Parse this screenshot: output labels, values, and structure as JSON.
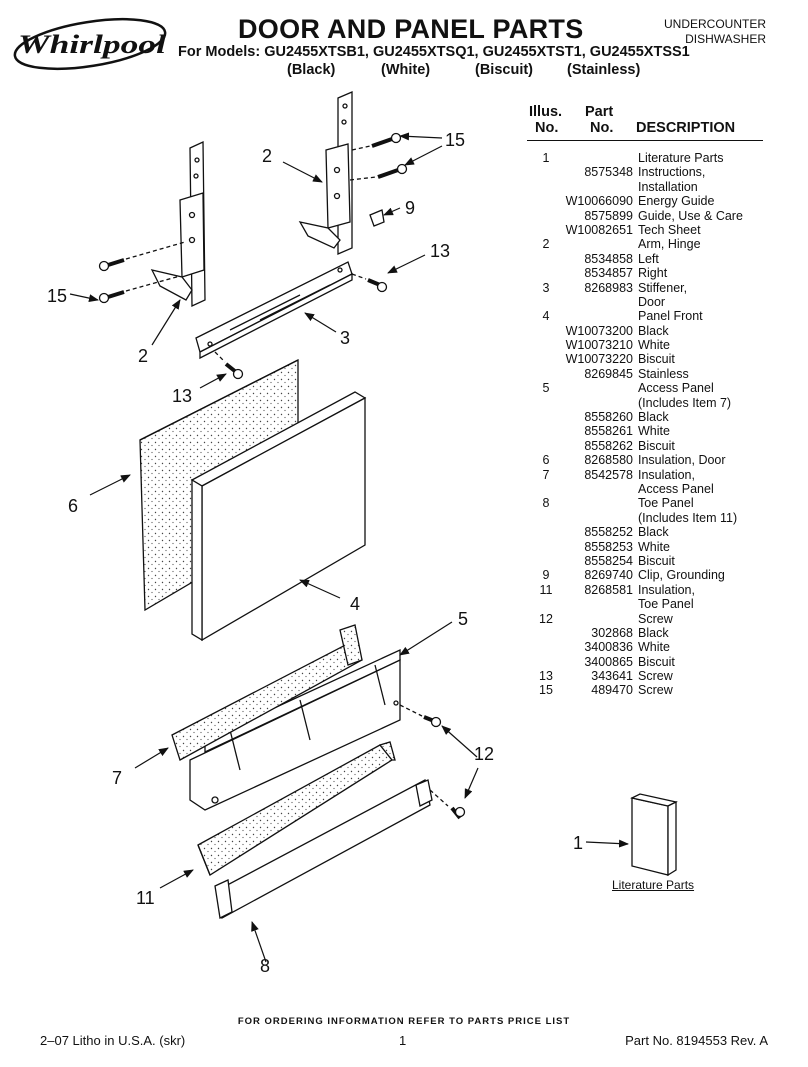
{
  "brand": {
    "name": "Whirlpool"
  },
  "header": {
    "title": "DOOR AND PANEL PARTS",
    "models_line": "For Models: GU2455XTSB1, GU2455XTSQ1, GU2455XTST1, GU2455XTSS1",
    "variants": [
      "(Black)",
      "(White)",
      "(Biscuit)",
      "(Stainless)"
    ],
    "category_line1": "UNDERCOUNTER",
    "category_line2": "DISHWASHER"
  },
  "parts_table": {
    "headers": {
      "illus": "Illus.",
      "illus_no": "No.",
      "part": "Part",
      "part_no": "No.",
      "description": "DESCRIPTION"
    },
    "rows": [
      {
        "illus": "1",
        "part": "",
        "desc": "Literature Parts"
      },
      {
        "illus": "",
        "part": "8575348",
        "desc": "Instructions,"
      },
      {
        "illus": "",
        "part": "",
        "desc": "Installation"
      },
      {
        "illus": "",
        "part": "W10066090",
        "desc": "Energy Guide"
      },
      {
        "illus": "",
        "part": "8575899",
        "desc": "Guide, Use & Care"
      },
      {
        "illus": "",
        "part": "W10082651",
        "desc": "Tech Sheet"
      },
      {
        "illus": "2",
        "part": "",
        "desc": "Arm, Hinge"
      },
      {
        "illus": "",
        "part": "8534858",
        "desc": "Left"
      },
      {
        "illus": "",
        "part": "8534857",
        "desc": "Right"
      },
      {
        "illus": "3",
        "part": "8268983",
        "desc": "Stiffener,"
      },
      {
        "illus": "",
        "part": "",
        "desc": "Door"
      },
      {
        "illus": "4",
        "part": "",
        "desc": "Panel Front"
      },
      {
        "illus": "",
        "part": "W10073200",
        "desc": "Black"
      },
      {
        "illus": "",
        "part": "W10073210",
        "desc": "White"
      },
      {
        "illus": "",
        "part": "W10073220",
        "desc": "Biscuit"
      },
      {
        "illus": "",
        "part": "8269845",
        "desc": "Stainless"
      },
      {
        "illus": "5",
        "part": "",
        "desc": "Access Panel"
      },
      {
        "illus": "",
        "part": "",
        "desc": "(Includes Item 7)"
      },
      {
        "illus": "",
        "part": "8558260",
        "desc": "Black"
      },
      {
        "illus": "",
        "part": "8558261",
        "desc": "White"
      },
      {
        "illus": "",
        "part": "8558262",
        "desc": "Biscuit"
      },
      {
        "illus": "6",
        "part": "8268580",
        "desc": "Insulation, Door"
      },
      {
        "illus": "7",
        "part": "8542578",
        "desc": "Insulation,"
      },
      {
        "illus": "",
        "part": "",
        "desc": "Access Panel"
      },
      {
        "illus": "8",
        "part": "",
        "desc": "Toe Panel"
      },
      {
        "illus": "",
        "part": "",
        "desc": "(Includes Item 11)"
      },
      {
        "illus": "",
        "part": "8558252",
        "desc": "Black"
      },
      {
        "illus": "",
        "part": "8558253",
        "desc": "White"
      },
      {
        "illus": "",
        "part": "8558254",
        "desc": "Biscuit"
      },
      {
        "illus": "9",
        "part": "8269740",
        "desc": "Clip, Grounding"
      },
      {
        "illus": "11",
        "part": "8268581",
        "desc": "Insulation,"
      },
      {
        "illus": "",
        "part": "",
        "desc": "Toe Panel"
      },
      {
        "illus": "12",
        "part": "",
        "desc": "Screw"
      },
      {
        "illus": "",
        "part": "302868",
        "desc": "Black"
      },
      {
        "illus": "",
        "part": "3400836",
        "desc": "White"
      },
      {
        "illus": "",
        "part": "3400865",
        "desc": "Biscuit"
      },
      {
        "illus": "13",
        "part": "343641",
        "desc": "Screw"
      },
      {
        "illus": "15",
        "part": "489470",
        "desc": "Screw"
      }
    ]
  },
  "diagram": {
    "callouts": {
      "c15a": "15",
      "c2a": "2",
      "c9": "9",
      "c13a": "13",
      "c15b": "15",
      "c2b": "2",
      "c3": "3",
      "c13b": "13",
      "c6": "6",
      "c4": "4",
      "c5": "5",
      "c7": "7",
      "c12": "12",
      "c1": "1",
      "c11": "11",
      "c8": "8"
    },
    "literature_label": "Literature Parts"
  },
  "footer": {
    "ordering_note": "FOR ORDERING INFORMATION REFER TO PARTS PRICE LIST",
    "litho": "2–07 Litho in U.S.A. (skr)",
    "page": "1",
    "part_no": "Part No. 8194553 Rev. A"
  }
}
